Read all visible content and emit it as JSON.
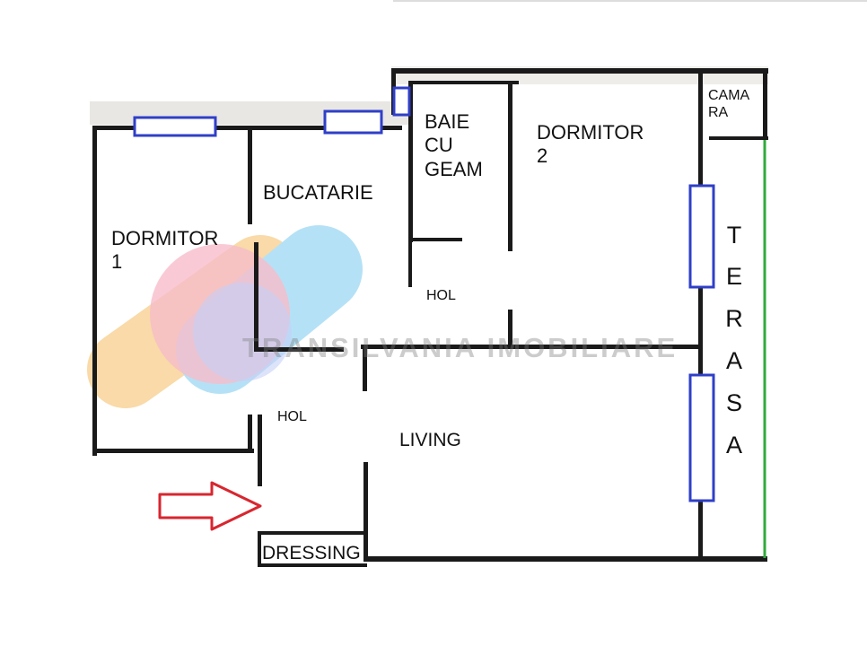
{
  "rooms": {
    "dormitor1": "DORMITOR\n        1",
    "bucatarie": "BUCATARIE",
    "baie": "BAIE\nCU\nGEAM",
    "dormitor2": "DORMITOR\n      2",
    "camara": "CAMA\nRA",
    "hol_top": "HOL",
    "hol_bottom": "HOL",
    "living": "LIVING",
    "dressing": "DRESSING"
  },
  "terasa_letters": [
    "T",
    "E",
    "R",
    "A",
    "S",
    "A"
  ],
  "watermark": "TRANSILVANIA IMOBILIARE",
  "colors": {
    "wall": "#1a1a1a",
    "window": "#2f3fc8",
    "entrance_arrow": "#d8262f",
    "terrace_edge": "#2faa3a",
    "logo_orange": "#f6c77a",
    "logo_pink": "#f29aae",
    "logo_blue": "#8fd2f2"
  },
  "icons": {
    "entrance": "right-arrow-icon"
  }
}
